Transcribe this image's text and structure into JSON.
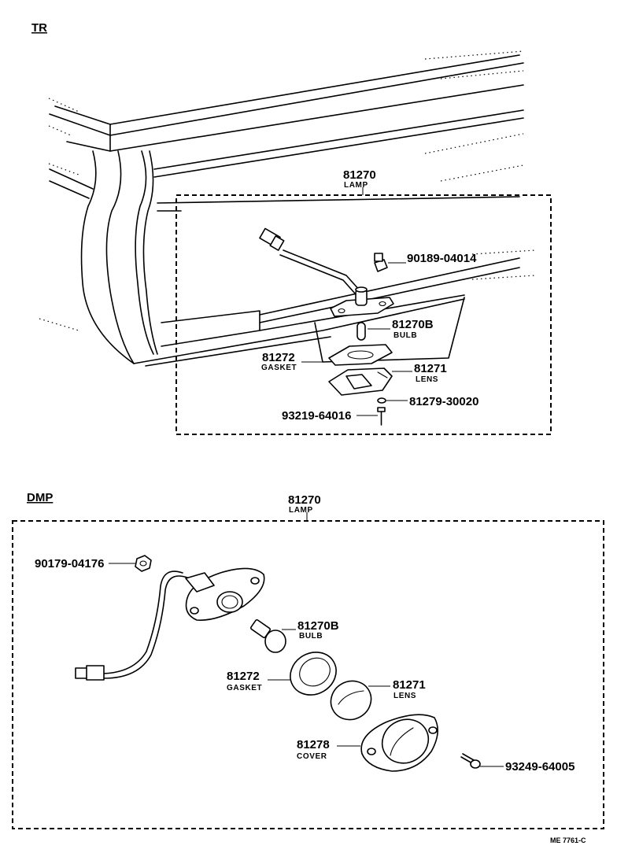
{
  "sections": {
    "tr": {
      "title": "TR",
      "assembly": {
        "number": "81270",
        "name": "LAMP"
      },
      "parts": {
        "nut": {
          "number": "90189-04014"
        },
        "bulb": {
          "number": "81270B",
          "name": "BULB"
        },
        "gasket": {
          "number": "81272",
          "name": "GASKET"
        },
        "lens": {
          "number": "81271",
          "name": "LENS"
        },
        "washer": {
          "number": "81279-30020"
        },
        "screw": {
          "number": "93219-64016"
        }
      }
    },
    "dmp": {
      "title": "DMP",
      "assembly": {
        "number": "81270",
        "name": "LAMP"
      },
      "parts": {
        "nut": {
          "number": "90179-04176"
        },
        "bulb": {
          "number": "81270B",
          "name": "BULB"
        },
        "gasket": {
          "number": "81272",
          "name": "GASKET"
        },
        "lens": {
          "number": "81271",
          "name": "LENS"
        },
        "cover": {
          "number": "81278",
          "name": "COVER"
        },
        "screw": {
          "number": "93249-64005"
        }
      }
    }
  },
  "footer_code": "ME 7761-C"
}
